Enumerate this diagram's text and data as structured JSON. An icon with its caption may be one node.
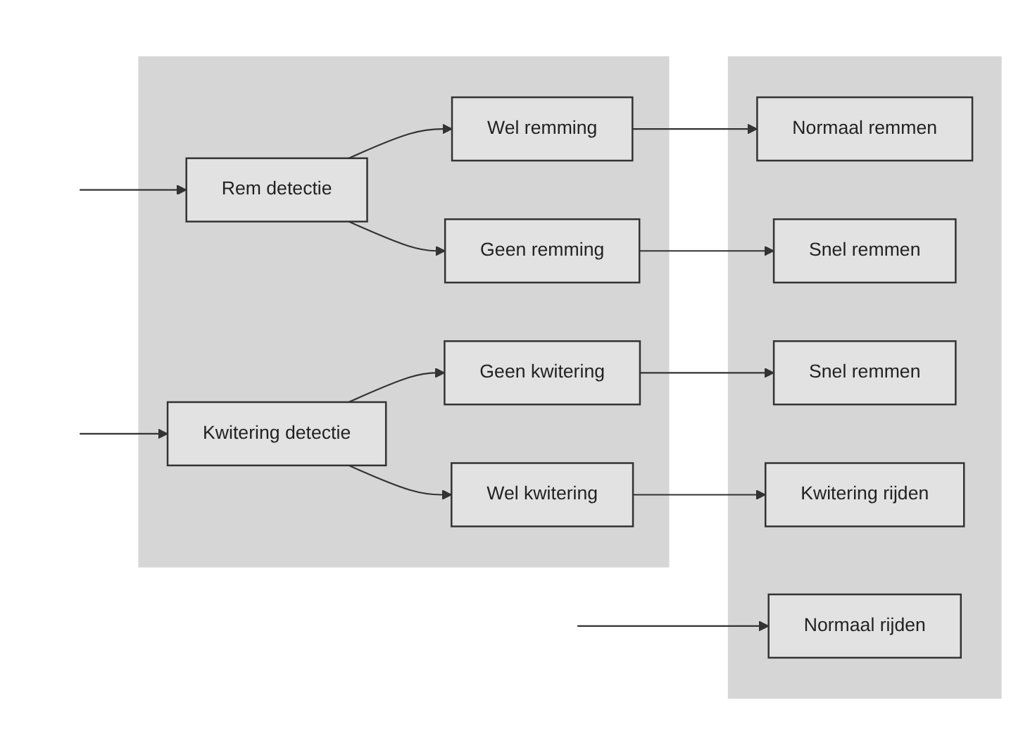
{
  "diagram": {
    "nodes": [
      {
        "text": [],
        "shape": "box"
      },
      {
        "text": [
          "Rem detectie"
        ],
        "in": 0
      },
      {
        "text": [
          "Wel remming"
        ],
        "in": 0
      },
      {
        "text": [
          "Geen remming"
        ],
        "in": 0
      },
      {
        "text": [
          "Kwitering detectie"
        ],
        "in": 0
      },
      {
        "text": [
          "Geen kwitering"
        ],
        "in": 0
      },
      {
        "text": [
          "Wel kwitering"
        ],
        "in": 0
      },
      {
        "text": [],
        "shape": "box"
      },
      {
        "text": [
          "Normaal remmen"
        ],
        "in": 7
      },
      {
        "text": [
          "Snel remmen"
        ],
        "in": 7
      },
      {
        "text": [
          "Snel remmen"
        ],
        "in": 7
      },
      {
        "text": [
          "Kwitering rijden"
        ],
        "in": 7
      },
      {
        "text": [
          "Normaal rijden"
        ],
        "in": 7
      }
    ],
    "edges": [
      {
        "from": null,
        "to": 1,
        "arrow": "to"
      },
      {
        "from": 1,
        "to": 2,
        "arrow": "to"
      },
      {
        "from": 1,
        "to": 3,
        "arrow": "to"
      },
      {
        "from": 2,
        "to": 8,
        "arrow": "to"
      },
      {
        "from": 3,
        "to": 9,
        "arrow": "to"
      },
      {
        "from": null,
        "to": 4,
        "arrow": "to"
      },
      {
        "from": 4,
        "to": 5,
        "arrow": "to"
      },
      {
        "from": 4,
        "to": 6,
        "arrow": "to"
      },
      {
        "from": 5,
        "to": 10,
        "arrow": "to"
      },
      {
        "from": 6,
        "to": 11,
        "arrow": "to"
      },
      {
        "from": null,
        "to": 12,
        "arrow": "to"
      }
    ]
  }
}
